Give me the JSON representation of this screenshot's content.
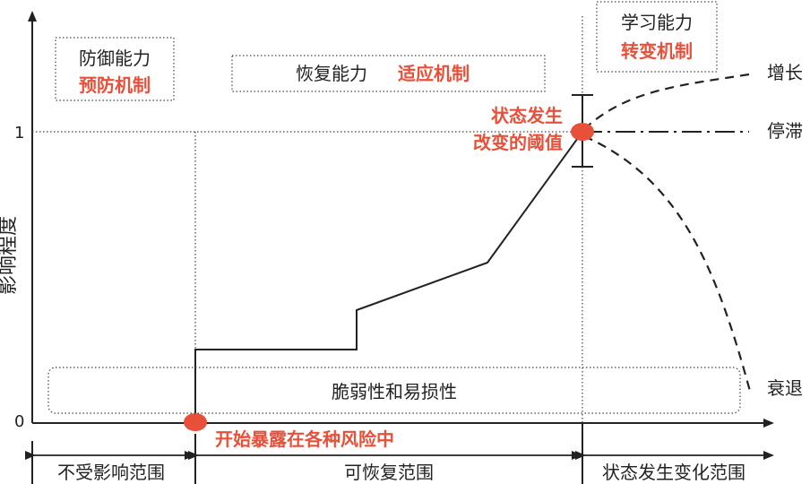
{
  "y_axis_label": "影响程度",
  "tick_zero": "0",
  "tick_one": "1",
  "boxes": {
    "defense_title": "防御能力",
    "defense_mech": "预防机制",
    "recovery_title": "恢复能力",
    "recovery_mech": "适应机制",
    "learning_title": "学习能力",
    "learning_mech": "转变机制",
    "vulnerability": "脆弱性和易损性"
  },
  "outcomes": {
    "growth": "增长",
    "stagnation": "停滞",
    "decline": "衰退"
  },
  "annotations": {
    "threshold_line1": "状态发生",
    "threshold_line2": "改变的阈值",
    "exposure_start": "开始暴露在各种风险中"
  },
  "ranges": {
    "unaffected": "不受影响范围",
    "recoverable": "可恢复范围",
    "state_change": "状态发生变化范围"
  },
  "colors": {
    "accent_red": "#e8503a",
    "line": "#222222"
  }
}
